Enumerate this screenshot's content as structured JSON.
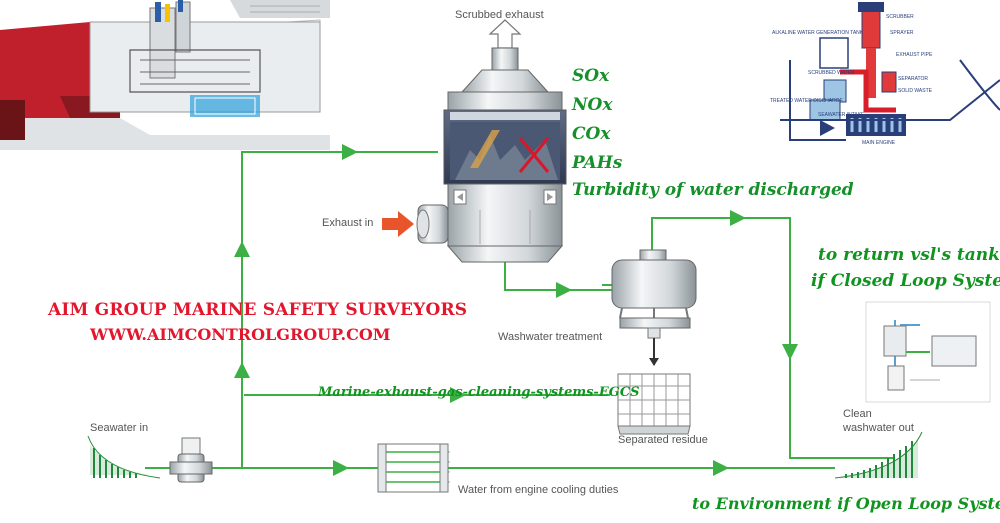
{
  "labels": {
    "scrubbed_exhaust": "Scrubbed exhaust",
    "exhaust_in": "Exhaust in",
    "washwater_treatment": "Washwater treatment",
    "separated_residue": "Separated residue",
    "seawater_in": "Seawater in",
    "clean_line1": "Clean",
    "clean_line2": "washwater out",
    "water_from_engine": "Water from engine cooling duties"
  },
  "pollutants": [
    "SOx",
    "NOx",
    "COx",
    "PAHs",
    "Turbidity of water discharged"
  ],
  "company": {
    "name": "AIM GROUP MARINE SAFETY SURVEYORS",
    "website": "WWW.AIMCONTROLGROUP.COM"
  },
  "system_title": "Marine-exhaust-gas-cleaning-systems-EGCS",
  "closed_loop": {
    "line1": "to return vsl's tank",
    "line2": "if Closed Loop System"
  },
  "open_loop": "to Environment if Open Loop System",
  "inset_labels": [
    "SCRUBBER",
    "SPRAYER",
    "EXHAUST PIPE",
    "SEPARATOR",
    "SOLID WASTE",
    "ALKALINE WATER GENERATION TANK",
    "SCRUBBED WATER",
    "TREATED WATER DISCHARGE",
    "SEAWATER INTAKE",
    "MAIN ENGINE"
  ],
  "colors": {
    "pipe_green": "#3cb044",
    "label_grey": "#555555",
    "pollutant_green": "#16902a",
    "brand_red": "#e2162c",
    "wave_green": "#1e8a3a",
    "exhaust_arrow": "#e8552a"
  }
}
